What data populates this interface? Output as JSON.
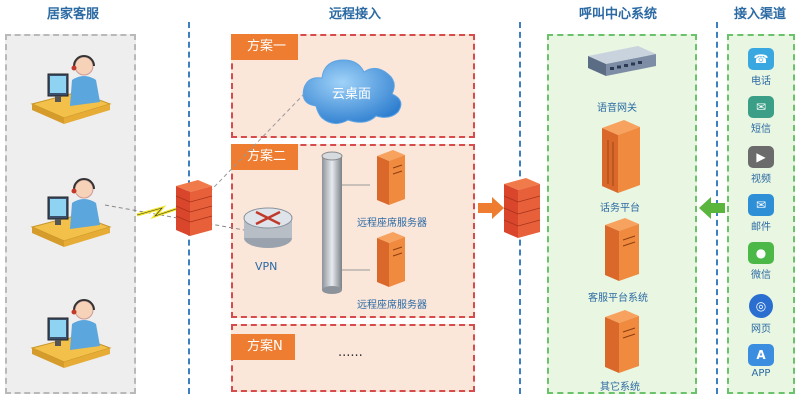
{
  "columns": {
    "home_service": "居家客服",
    "remote_access": "远程接入",
    "call_center": "呼叫中心系统",
    "access_channels": "接入渠道"
  },
  "schemes": {
    "one": "方案一",
    "two": "方案二",
    "n": "方案N",
    "ellipsis": "......"
  },
  "labels": {
    "cloud_desktop": "云桌面",
    "vpn": "VPN",
    "remote_server_1": "远程座席服务器",
    "remote_server_2": "远程座席服务器",
    "voice_gateway": "语音网关",
    "voice_platform": "话务平台",
    "cs_platform": "客服平台系统",
    "other_systems": "其它系统"
  },
  "channels": [
    {
      "label": "电话",
      "icon": "phone-icon",
      "color": "#3aa8e0"
    },
    {
      "label": "短信",
      "icon": "sms-icon",
      "color": "#3a9f86"
    },
    {
      "label": "视频",
      "icon": "video-icon",
      "color": "#6b6b6b"
    },
    {
      "label": "邮件",
      "icon": "mail-icon",
      "color": "#2f8fd6"
    },
    {
      "label": "微信",
      "icon": "wechat-icon",
      "color": "#4cb848"
    },
    {
      "label": "网页",
      "icon": "globe-icon",
      "color": "#2a6fd0"
    },
    {
      "label": "APP",
      "icon": "app-store-icon",
      "color": "#3b8de0"
    }
  ],
  "colors": {
    "accent_orange": "#ee7d31",
    "dashed_red": "#d64b4b",
    "dashed_green": "#6cc16c",
    "title_blue": "#2b6aa3"
  }
}
